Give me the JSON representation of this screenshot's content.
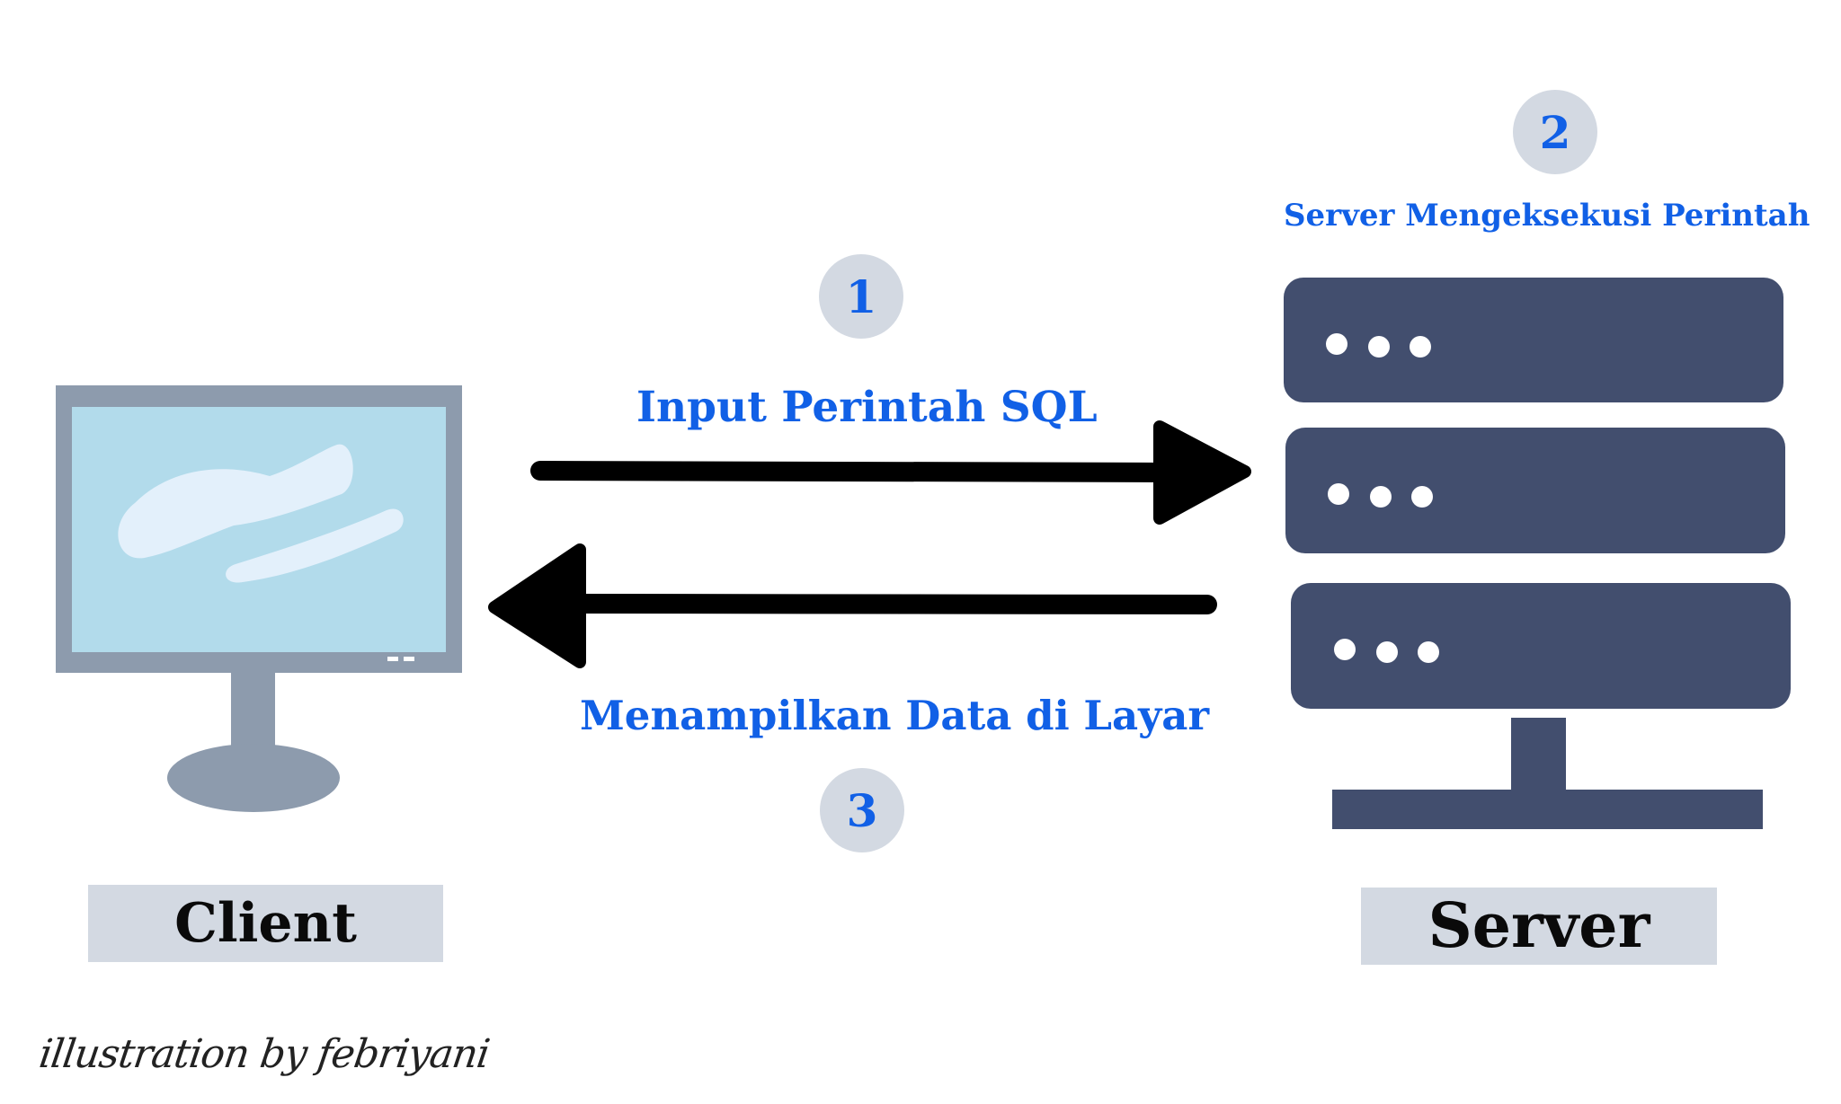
{
  "steps": [
    {
      "number": "1",
      "label": "Input Perintah SQL"
    },
    {
      "number": "2",
      "label": "Server Mengeksekusi Perintah"
    },
    {
      "number": "3",
      "label": "Menampilkan Data di Layar"
    }
  ],
  "nodes": {
    "client": "Client",
    "server": "Server"
  },
  "credit": "illustration by febriyani",
  "colors": {
    "accent": "#1160e6",
    "badge_bg": "#d3d9e2",
    "server_body": "#424e6e",
    "monitor_frame": "#8d9bad",
    "monitor_screen": "#b2dbeb",
    "arrow": "#000000"
  }
}
